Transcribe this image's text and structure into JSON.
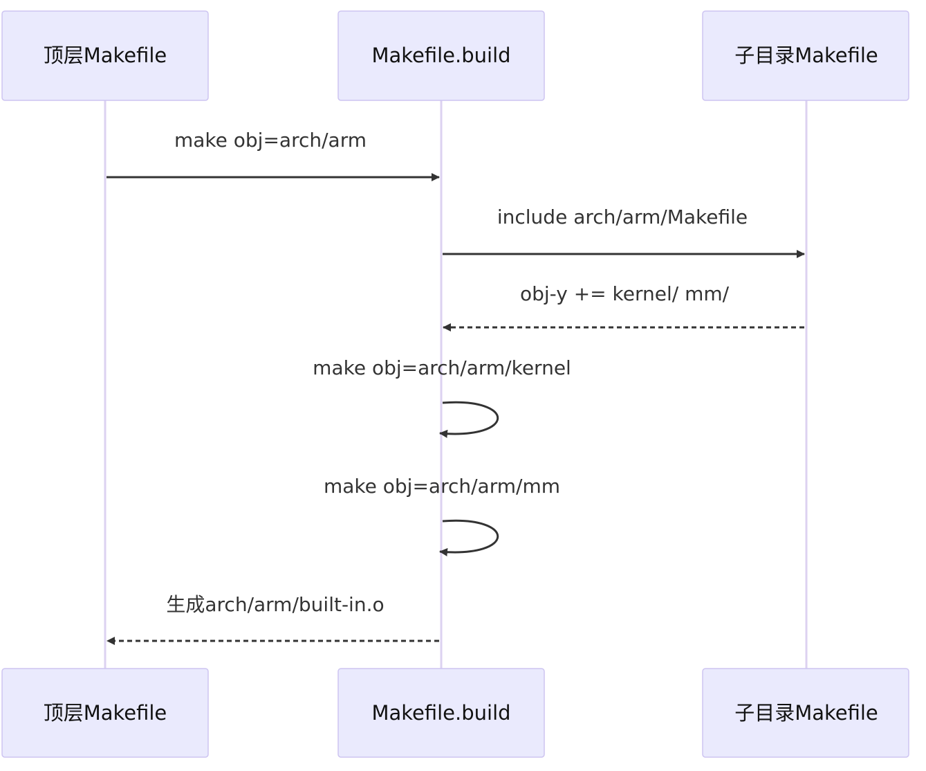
{
  "participants": [
    {
      "id": "top",
      "label": "顶层Makefile"
    },
    {
      "id": "build",
      "label": "Makefile.build"
    },
    {
      "id": "sub",
      "label": "子目录Makefile"
    }
  ],
  "messages": [
    {
      "from": "top",
      "to": "build",
      "label": "make obj=arch/arm",
      "style": "solid"
    },
    {
      "from": "build",
      "to": "sub",
      "label": "include arch/arm/Makefile",
      "style": "solid"
    },
    {
      "from": "sub",
      "to": "build",
      "label": "obj-y += kernel/ mm/",
      "style": "dashed"
    },
    {
      "from": "build",
      "to": "build",
      "label": "make obj=arch/arm/kernel",
      "style": "solid"
    },
    {
      "from": "build",
      "to": "build",
      "label": "make obj=arch/arm/mm",
      "style": "solid"
    },
    {
      "from": "build",
      "to": "top",
      "label": "生成arch/arm/built-in.o",
      "style": "dashed"
    }
  ]
}
